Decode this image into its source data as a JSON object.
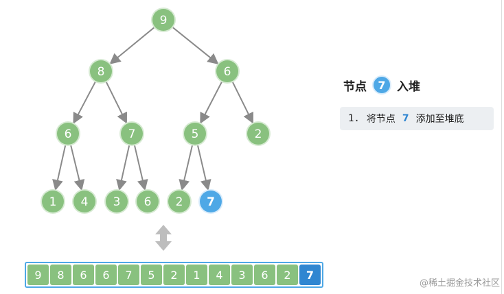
{
  "tree": {
    "nodes": [
      {
        "id": "n0",
        "value": "9",
        "highlight": false
      },
      {
        "id": "n1",
        "value": "8",
        "highlight": false
      },
      {
        "id": "n2",
        "value": "6",
        "highlight": false
      },
      {
        "id": "n3",
        "value": "6",
        "highlight": false
      },
      {
        "id": "n4",
        "value": "7",
        "highlight": false
      },
      {
        "id": "n5",
        "value": "5",
        "highlight": false
      },
      {
        "id": "n6",
        "value": "2",
        "highlight": false
      },
      {
        "id": "n7",
        "value": "1",
        "highlight": false
      },
      {
        "id": "n8",
        "value": "4",
        "highlight": false
      },
      {
        "id": "n9",
        "value": "3",
        "highlight": false
      },
      {
        "id": "n10",
        "value": "6",
        "highlight": false
      },
      {
        "id": "n11",
        "value": "2",
        "highlight": false
      },
      {
        "id": "n12",
        "value": "7",
        "highlight": true
      }
    ],
    "edges": [
      [
        "n0",
        "n1"
      ],
      [
        "n0",
        "n2"
      ],
      [
        "n1",
        "n3"
      ],
      [
        "n1",
        "n4"
      ],
      [
        "n2",
        "n5"
      ],
      [
        "n2",
        "n6"
      ],
      [
        "n3",
        "n7"
      ],
      [
        "n3",
        "n8"
      ],
      [
        "n4",
        "n9"
      ],
      [
        "n4",
        "n10"
      ],
      [
        "n5",
        "n11"
      ],
      [
        "n5",
        "n12"
      ]
    ]
  },
  "title": {
    "prefix": "节点",
    "node_value": "7",
    "suffix": "入堆"
  },
  "step": {
    "number": "1.",
    "text_before": "将节点",
    "node_value": "7",
    "text_after": "添加至堆底"
  },
  "array": [
    {
      "value": "9",
      "highlight": false
    },
    {
      "value": "8",
      "highlight": false
    },
    {
      "value": "6",
      "highlight": false
    },
    {
      "value": "6",
      "highlight": false
    },
    {
      "value": "7",
      "highlight": false
    },
    {
      "value": "5",
      "highlight": false
    },
    {
      "value": "2",
      "highlight": false
    },
    {
      "value": "1",
      "highlight": false
    },
    {
      "value": "4",
      "highlight": false
    },
    {
      "value": "3",
      "highlight": false
    },
    {
      "value": "6",
      "highlight": false
    },
    {
      "value": "2",
      "highlight": false
    },
    {
      "value": "7",
      "highlight": true
    }
  ],
  "watermark": "@稀土掘金技术社区",
  "colors": {
    "node_fill": "#89c17f",
    "node_ring": "#d6ead2",
    "highlight_fill": "#4ea8e6",
    "highlight_ring": "#d9ecfb",
    "edge": "#8a8a8a",
    "arrow": "#bdbdbd"
  }
}
